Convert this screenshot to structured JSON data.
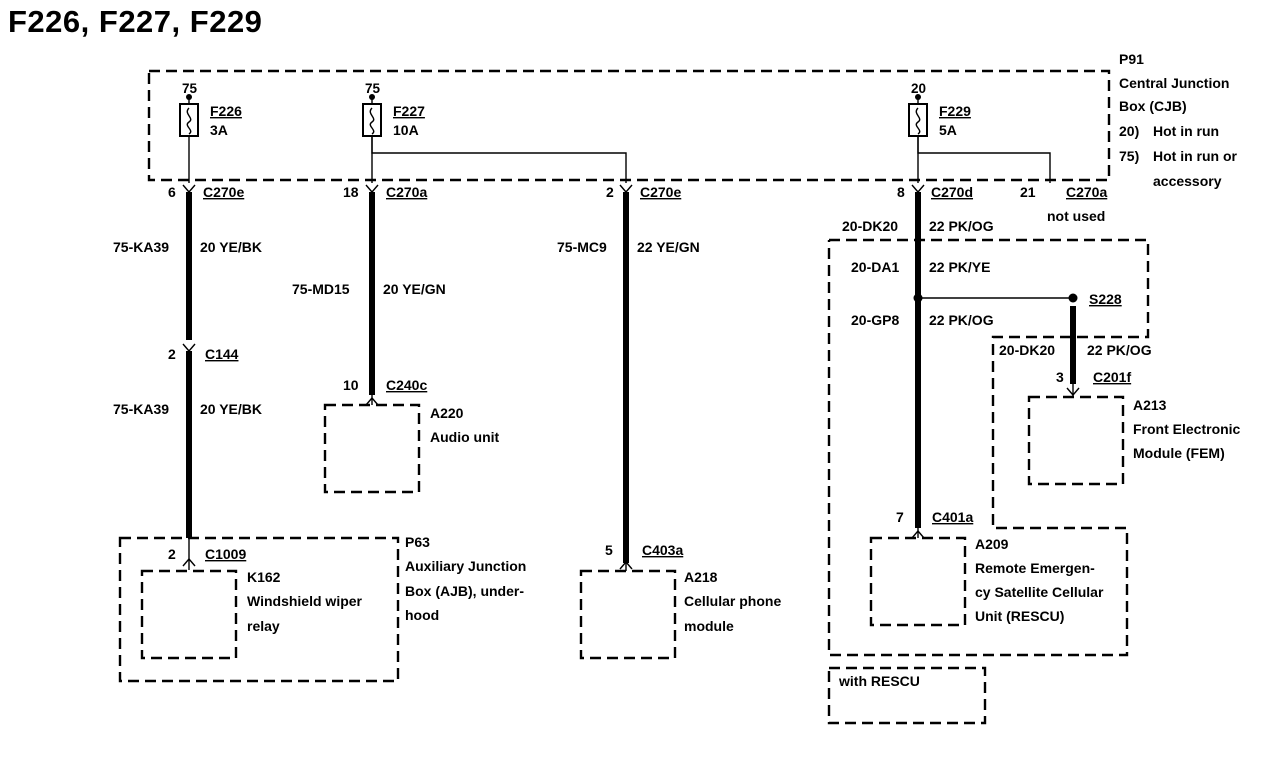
{
  "title": "F226, F227, F229",
  "cjb": {
    "id": "P91",
    "lines": [
      "Central Junction",
      "Box (CJB)",
      "20)",
      "Hot in run",
      "75)",
      "Hot in run or",
      "accessory"
    ]
  },
  "fuses": [
    {
      "id": "F226",
      "rating": "3A",
      "ref": "75"
    },
    {
      "id": "F227",
      "rating": "10A",
      "ref": "75"
    },
    {
      "id": "F229",
      "rating": "5A",
      "ref": "20"
    }
  ],
  "connectors": {
    "c270e_a": {
      "pin": "6",
      "name": "C270e"
    },
    "c270a_a": {
      "pin": "18",
      "name": "C270a"
    },
    "c270e_b": {
      "pin": "2",
      "name": "C270e"
    },
    "c270d": {
      "pin": "8",
      "name": "C270d"
    },
    "c270a_b": {
      "pin": "21",
      "name": "C270a",
      "note": "not used"
    },
    "c144": {
      "pin": "2",
      "name": "C144"
    },
    "c240c": {
      "pin": "10",
      "name": "C240c"
    },
    "c1009": {
      "pin": "2",
      "name": "C1009"
    },
    "c403a": {
      "pin": "5",
      "name": "C403a"
    },
    "c201f": {
      "pin": "3",
      "name": "C201f"
    },
    "c401a": {
      "pin": "7",
      "name": "C401a"
    },
    "s228": {
      "name": "S228"
    }
  },
  "wires": [
    {
      "circuit": "75-KA39",
      "spec": "20 YE/BK"
    },
    {
      "circuit": "75-KA39",
      "spec": "20 YE/BK"
    },
    {
      "circuit": "75-MD15",
      "spec": "20 YE/GN"
    },
    {
      "circuit": "75-MC9",
      "spec": "22 YE/GN"
    },
    {
      "circuit": "20-DK20",
      "spec": "22 PK/OG"
    },
    {
      "circuit": "20-DA1",
      "spec": "22 PK/YE"
    },
    {
      "circuit": "20-GP8",
      "spec": "22 PK/OG"
    },
    {
      "circuit": "20-DK20",
      "spec": "22 PK/OG"
    }
  ],
  "components": {
    "a220": {
      "id": "A220",
      "lines": [
        "Audio unit"
      ]
    },
    "p63": {
      "id": "P63",
      "lines": [
        "Auxiliary Junction",
        "Box (AJB), under-",
        "hood"
      ]
    },
    "k162": {
      "id": "K162",
      "lines": [
        "Windshield wiper",
        "relay"
      ]
    },
    "a218": {
      "id": "A218",
      "lines": [
        "Cellular phone",
        "module"
      ]
    },
    "a213": {
      "id": "A213",
      "lines": [
        "Front Electronic",
        "Module (FEM)"
      ]
    },
    "a209": {
      "id": "A209",
      "lines": [
        "Remote Emergen-",
        "cy Satellite Cellular",
        "Unit (RESCU)"
      ]
    }
  },
  "option_label": "with RESCU"
}
